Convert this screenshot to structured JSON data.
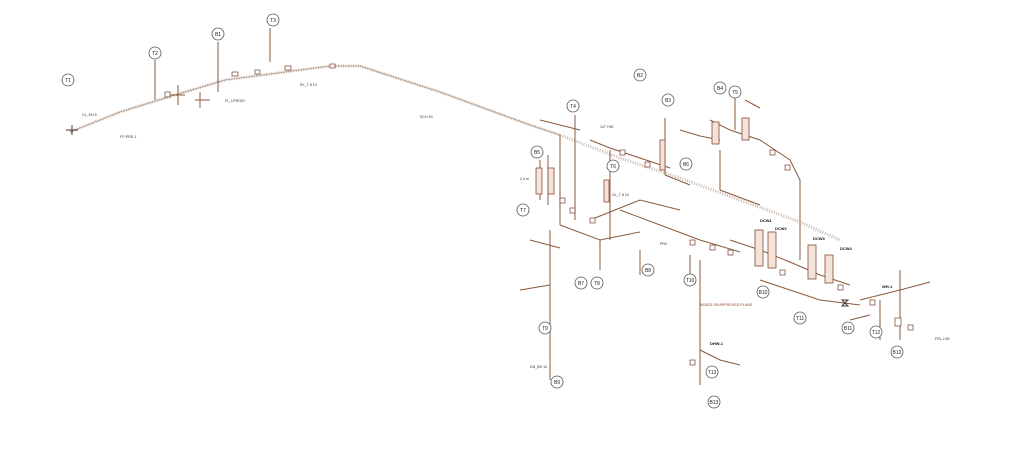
{
  "bubbles": [
    {
      "id": "b1",
      "label": "T1"
    },
    {
      "id": "b2",
      "label": "T2"
    },
    {
      "id": "b3",
      "label": "B1"
    },
    {
      "id": "b4",
      "label": "T3"
    },
    {
      "id": "b5",
      "label": "B2"
    },
    {
      "id": "b6",
      "label": "T4"
    },
    {
      "id": "b7",
      "label": "B3"
    },
    {
      "id": "b8",
      "label": "B4"
    },
    {
      "id": "b9",
      "label": "T5"
    },
    {
      "id": "b10",
      "label": "B5"
    },
    {
      "id": "b11",
      "label": "T6"
    },
    {
      "id": "b12",
      "label": "B6"
    },
    {
      "id": "b13",
      "label": "T7"
    },
    {
      "id": "b14",
      "label": "B7"
    },
    {
      "id": "b15",
      "label": "T8"
    },
    {
      "id": "b16",
      "label": "B8"
    },
    {
      "id": "b17",
      "label": "T9"
    },
    {
      "id": "b18",
      "label": "B9"
    },
    {
      "id": "b19",
      "label": "T10"
    },
    {
      "id": "b20",
      "label": "B10"
    },
    {
      "id": "b21",
      "label": "T11"
    },
    {
      "id": "b22",
      "label": "B11"
    },
    {
      "id": "b23",
      "label": "T12"
    },
    {
      "id": "b24",
      "label": "B12"
    },
    {
      "id": "b25",
      "label": "T13"
    },
    {
      "id": "b26",
      "label": "B13"
    }
  ],
  "labels": [
    {
      "id": "l1",
      "text": "CL_EN 5"
    },
    {
      "id": "l2",
      "text": "FP-PRD-1"
    },
    {
      "id": "l3",
      "text": "FL_LPRODI"
    },
    {
      "id": "l4",
      "text": "RL_T 8 10"
    },
    {
      "id": "l5",
      "text": "DCW1"
    },
    {
      "id": "l6",
      "text": "DCW2"
    },
    {
      "id": "l7",
      "text": "DCW3"
    },
    {
      "id": "l8",
      "text": "DCW4"
    },
    {
      "id": "l9",
      "text": "BASED ON APPROVED PLANS"
    },
    {
      "id": "l10",
      "text": "DHW-1"
    },
    {
      "id": "l11",
      "text": "SCH 40"
    },
    {
      "id": "l12",
      "text": "WH-1"
    },
    {
      "id": "l13",
      "text": "GL_T 8 10"
    },
    {
      "id": "l14",
      "text": "DN_BH 10"
    },
    {
      "id": "l15",
      "text": "2.4 m"
    },
    {
      "id": "l16",
      "text": "FRL 2.80"
    },
    {
      "id": "l17",
      "text": "PRV"
    },
    {
      "id": "l18",
      "text": "1/2\" HW"
    }
  ]
}
